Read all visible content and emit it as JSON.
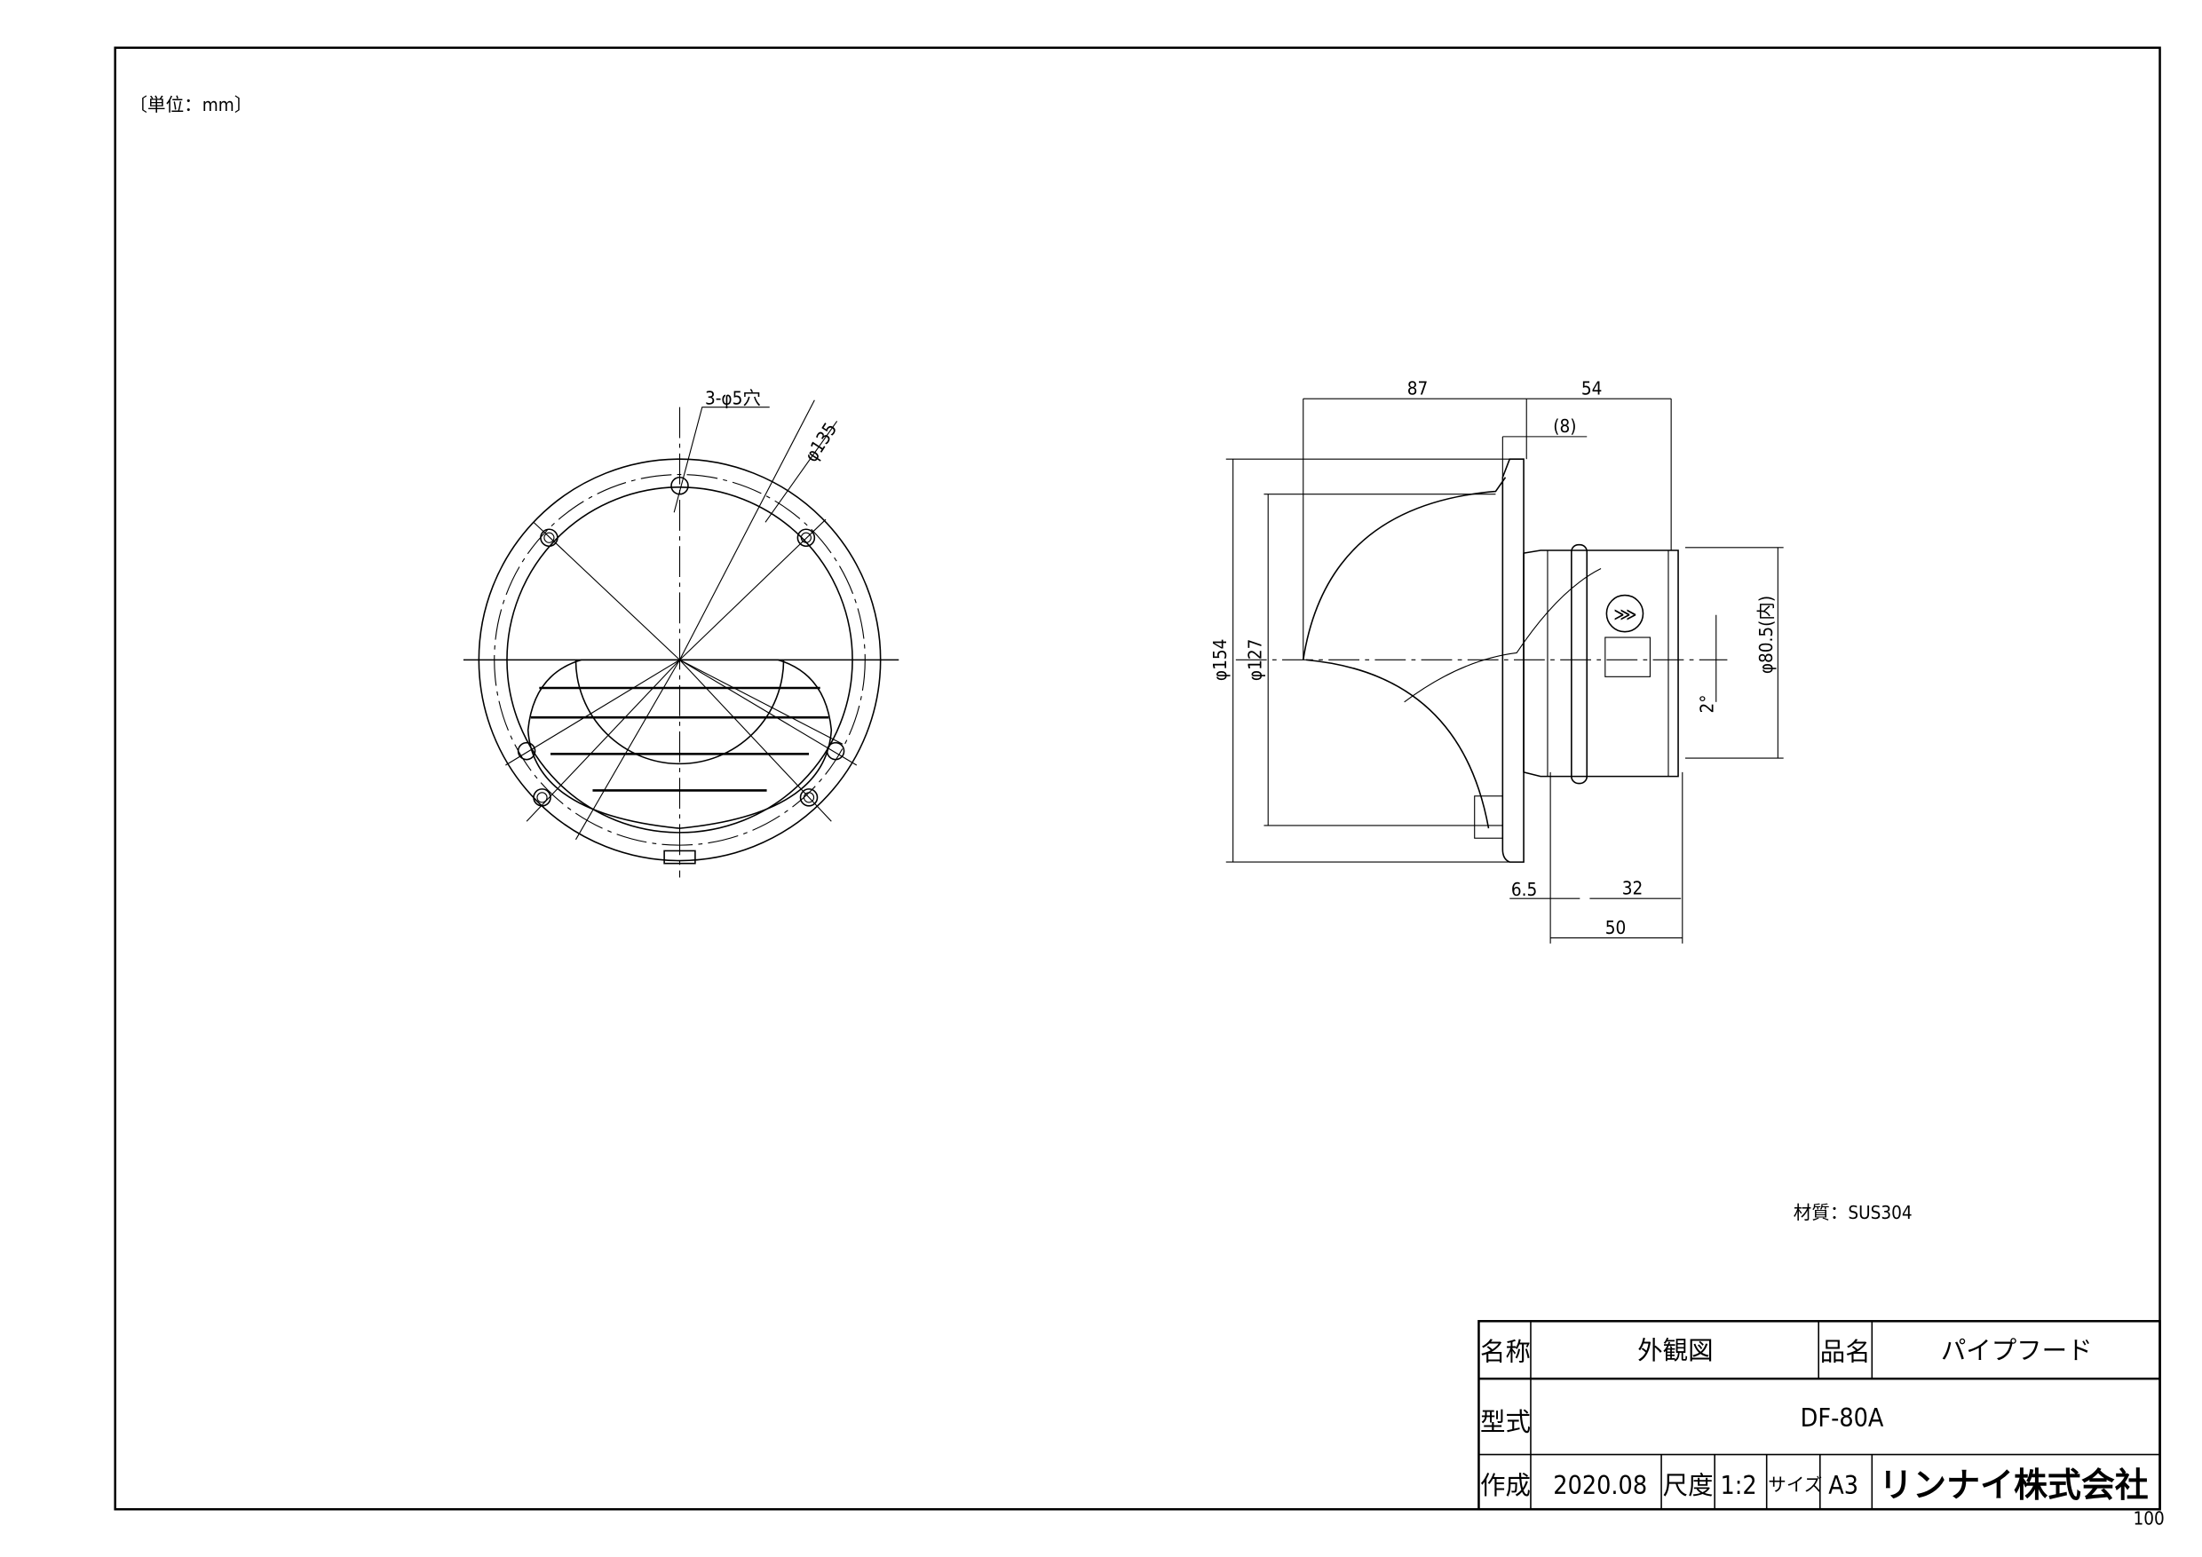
{
  "unit_note": "〔単位：mm〕",
  "material_note": "材質：SUS304",
  "front_view": {
    "holes_label": "3-φ5穴",
    "pcd_label": "φ135"
  },
  "side_view": {
    "dim_87": "87",
    "dim_54": "54",
    "dim_8": "(8)",
    "dim_154": "φ154",
    "dim_127": "φ127",
    "dim_80_5": "φ80.5(内)",
    "angle": "2°",
    "dim_6_5": "6.5",
    "dim_32": "32",
    "dim_50": "50"
  },
  "title_block": {
    "name_label": "名称",
    "name_value": "外観図",
    "product_label": "品名",
    "product_value": "パイプフード",
    "model_label": "型式",
    "model_value": "DF-80A",
    "created_label": "作成",
    "created_value": "2020.08",
    "scale_label": "尺度",
    "scale_value": "1:2",
    "size_label": "サイズ",
    "size_value": "A3",
    "company": "リンナイ株式会社"
  },
  "page_code": "100"
}
